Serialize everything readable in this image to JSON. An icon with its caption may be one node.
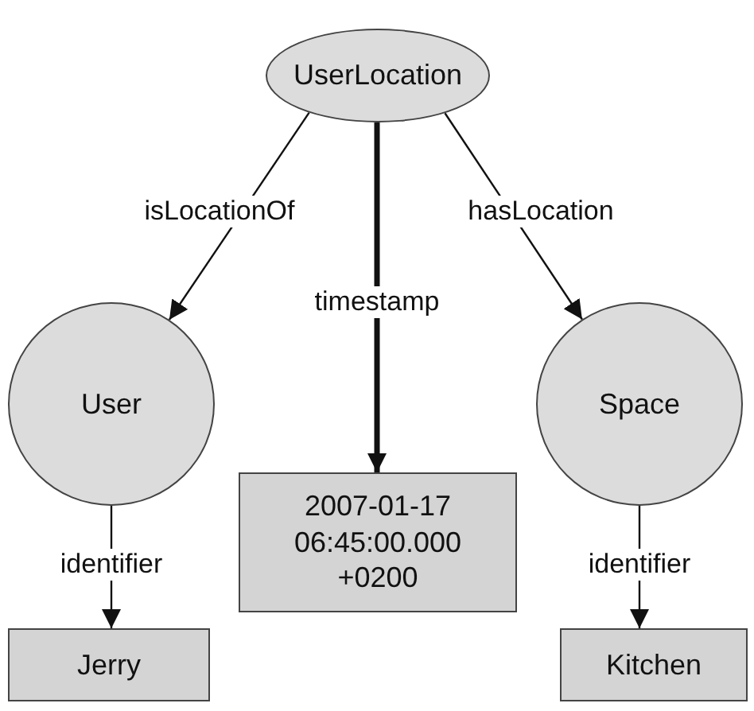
{
  "diagram": {
    "nodes": [
      {
        "text": [
          "UserLocation"
        ]
      },
      {
        "text": [
          "User"
        ]
      },
      {
        "text": [
          "2007-01-17 06:45:00.000 +0200"
        ]
      },
      {
        "text": [
          "Space"
        ]
      },
      {
        "text": [
          "Jerry"
        ]
      },
      {
        "text": [
          "Kitchen"
        ]
      }
    ],
    "edges": [
      {
        "from": 0,
        "to": 1,
        "label": "isLocationOf",
        "arrow": "to"
      },
      {
        "from": 0,
        "to": 2,
        "label": "timestamp",
        "arrow": "to",
        "style": "thick"
      },
      {
        "from": 0,
        "to": 3,
        "label": "hasLocation",
        "arrow": "to"
      },
      {
        "from": 1,
        "to": 4,
        "label": "identifier",
        "arrow": "to"
      },
      {
        "from": 3,
        "to": 5,
        "label": "identifier",
        "arrow": "to"
      }
    ]
  }
}
